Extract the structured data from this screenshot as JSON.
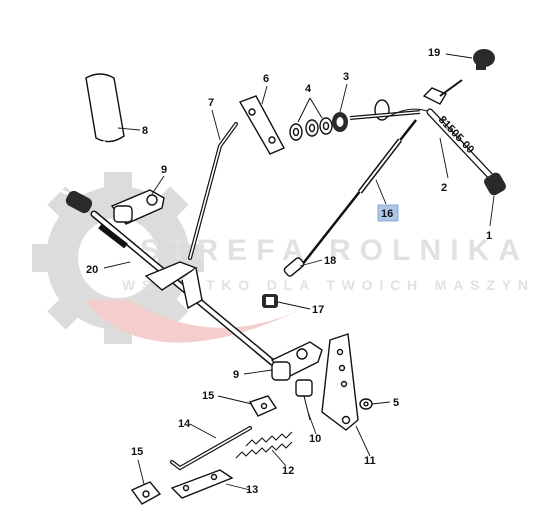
{
  "watermark": {
    "line1": "STREFA ROLNIKA",
    "line2": "WSZYSTKO DLA TWOICH MASZYN",
    "gear_color": "#d9d9d9",
    "text_color": "#dedede",
    "accent_color": "#f3c8c8"
  },
  "stamp_text": "81505-00",
  "highlight_color": "#aec6e8",
  "callouts": [
    {
      "id": "c19",
      "text": "19"
    },
    {
      "id": "c6",
      "text": "6"
    },
    {
      "id": "c4",
      "text": "4"
    },
    {
      "id": "c3",
      "text": "3"
    },
    {
      "id": "c7",
      "text": "7"
    },
    {
      "id": "c8",
      "text": "8"
    },
    {
      "id": "c9a",
      "text": "9"
    },
    {
      "id": "c2",
      "text": "2"
    },
    {
      "id": "c16",
      "text": "16"
    },
    {
      "id": "c1",
      "text": "1"
    },
    {
      "id": "c20",
      "text": "20"
    },
    {
      "id": "c18",
      "text": "18"
    },
    {
      "id": "c17",
      "text": "17"
    },
    {
      "id": "c9b",
      "text": "9"
    },
    {
      "id": "c5",
      "text": "5"
    },
    {
      "id": "c15a",
      "text": "15"
    },
    {
      "id": "c14",
      "text": "14"
    },
    {
      "id": "c10",
      "text": "10"
    },
    {
      "id": "c11",
      "text": "11"
    },
    {
      "id": "c12",
      "text": "12"
    },
    {
      "id": "c15b",
      "text": "15"
    },
    {
      "id": "c13",
      "text": "13"
    }
  ]
}
